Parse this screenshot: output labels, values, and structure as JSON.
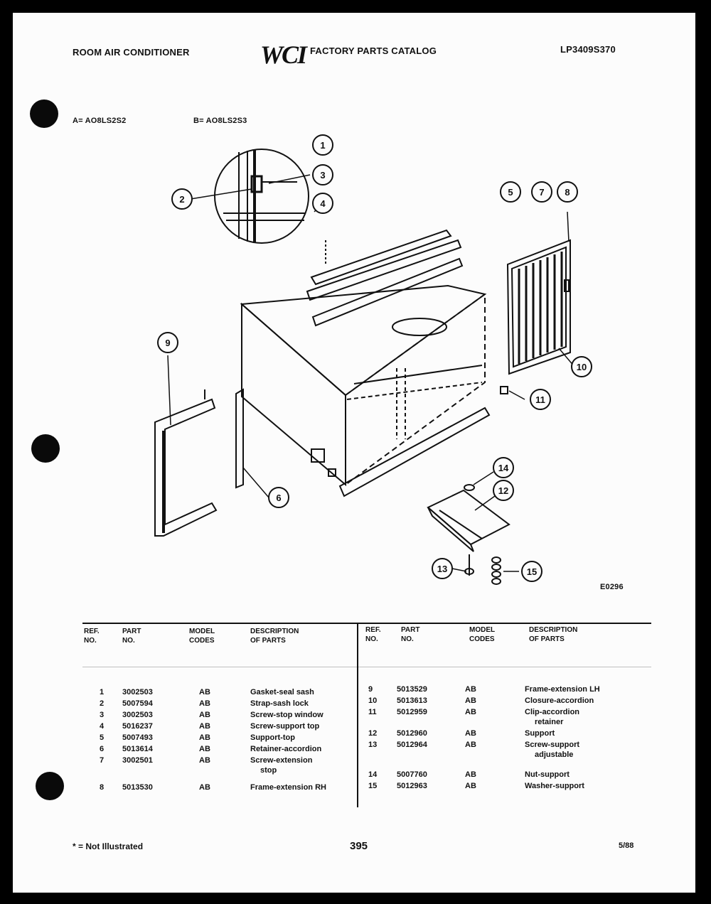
{
  "header": {
    "left_title": "ROOM AIR CONDITIONER",
    "logo": "WCI",
    "center_title": "FACTORY PARTS CATALOG",
    "catalog_number": "LP3409S370"
  },
  "models": {
    "a": "A= AO8LS2S2",
    "b": "B= AO8LS2S3"
  },
  "figure_code": "E0296",
  "callouts": [
    "1",
    "2",
    "3",
    "4",
    "5",
    "7",
    "8",
    "9",
    "6",
    "10",
    "11",
    "14",
    "12",
    "13",
    "15"
  ],
  "table": {
    "headers": {
      "ref": "REF.\nNO.",
      "part": "PART\nNO.",
      "model": "MODEL\nCODES",
      "desc": "DESCRIPTION\nOF PARTS"
    },
    "left_rows": [
      {
        "ref": "1",
        "part": "3002503",
        "code": "AB",
        "desc": "Gasket-seal sash",
        "desc2": ""
      },
      {
        "ref": "2",
        "part": "5007594",
        "code": "AB",
        "desc": "Strap-sash lock",
        "desc2": ""
      },
      {
        "ref": "3",
        "part": "3002503",
        "code": "AB",
        "desc": "Screw-stop window",
        "desc2": ""
      },
      {
        "ref": "4",
        "part": "5016237",
        "code": "AB",
        "desc": "Screw-support top",
        "desc2": ""
      },
      {
        "ref": "5",
        "part": "5007493",
        "code": "AB",
        "desc": "Support-top",
        "desc2": ""
      },
      {
        "ref": "6",
        "part": "5013614",
        "code": "AB",
        "desc": "Retainer-accordion",
        "desc2": ""
      },
      {
        "ref": "7",
        "part": "3002501",
        "code": "AB",
        "desc": "Screw-extension",
        "desc2": "stop"
      },
      {
        "ref": "8",
        "part": "5013530",
        "code": "AB",
        "desc": "Frame-extension RH",
        "desc2": ""
      }
    ],
    "right_rows": [
      {
        "ref": "9",
        "part": "5013529",
        "code": "AB",
        "desc": "Frame-extension LH",
        "desc2": ""
      },
      {
        "ref": "10",
        "part": "5013613",
        "code": "AB",
        "desc": "Closure-accordion",
        "desc2": ""
      },
      {
        "ref": "11",
        "part": "5012959",
        "code": "AB",
        "desc": "Clip-accordion",
        "desc2": "retainer"
      },
      {
        "ref": "12",
        "part": "5012960",
        "code": "AB",
        "desc": "Support",
        "desc2": ""
      },
      {
        "ref": "13",
        "part": "5012964",
        "code": "AB",
        "desc": "Screw-support",
        "desc2": "adjustable"
      },
      {
        "ref": "14",
        "part": "5007760",
        "code": "AB",
        "desc": "Nut-support",
        "desc2": ""
      },
      {
        "ref": "15",
        "part": "5012963",
        "code": "AB",
        "desc": "Washer-support",
        "desc2": ""
      }
    ]
  },
  "footer": {
    "note": "* = Not Illustrated",
    "page": "395",
    "date": "5/88"
  }
}
